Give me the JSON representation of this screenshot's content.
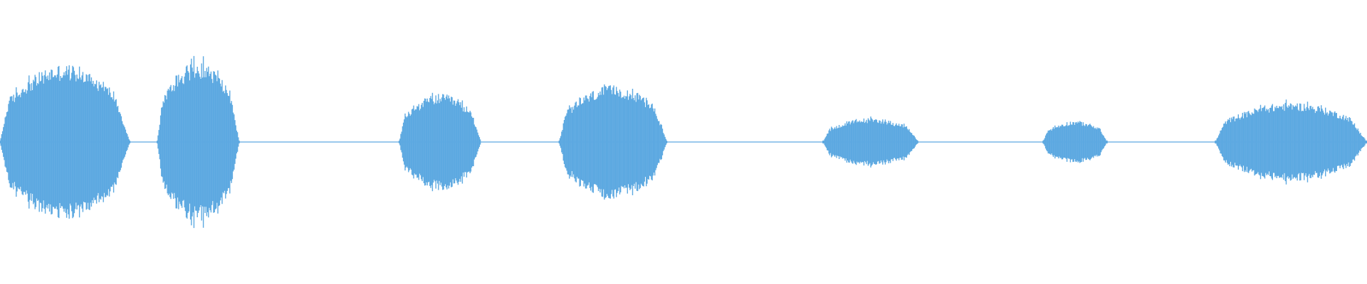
{
  "waveform": {
    "color": "#5DA9E1",
    "amplitude_max": 1.0,
    "segments": [
      {
        "kind": "silence",
        "start": 0.0,
        "end": 0.0
      },
      {
        "kind": "audio",
        "start": 0.0,
        "end": 0.095,
        "peak": 0.55
      },
      {
        "kind": "silence",
        "start": 0.095,
        "end": 0.115
      },
      {
        "kind": "audio",
        "start": 0.115,
        "end": 0.175,
        "peak": 0.57
      },
      {
        "kind": "silence",
        "start": 0.175,
        "end": 0.292
      },
      {
        "kind": "audio",
        "start": 0.292,
        "end": 0.352,
        "peak": 0.34
      },
      {
        "kind": "silence",
        "start": 0.352,
        "end": 0.409
      },
      {
        "kind": "audio",
        "start": 0.409,
        "end": 0.488,
        "peak": 0.4
      },
      {
        "kind": "silence",
        "start": 0.488,
        "end": 0.602
      },
      {
        "kind": "audio",
        "start": 0.602,
        "end": 0.672,
        "peak": 0.17
      },
      {
        "kind": "silence",
        "start": 0.672,
        "end": 0.763
      },
      {
        "kind": "audio",
        "start": 0.763,
        "end": 0.81,
        "peak": 0.15
      },
      {
        "kind": "silence",
        "start": 0.81,
        "end": 0.889
      },
      {
        "kind": "audio",
        "start": 0.889,
        "end": 1.0,
        "peak": 0.28
      }
    ]
  }
}
